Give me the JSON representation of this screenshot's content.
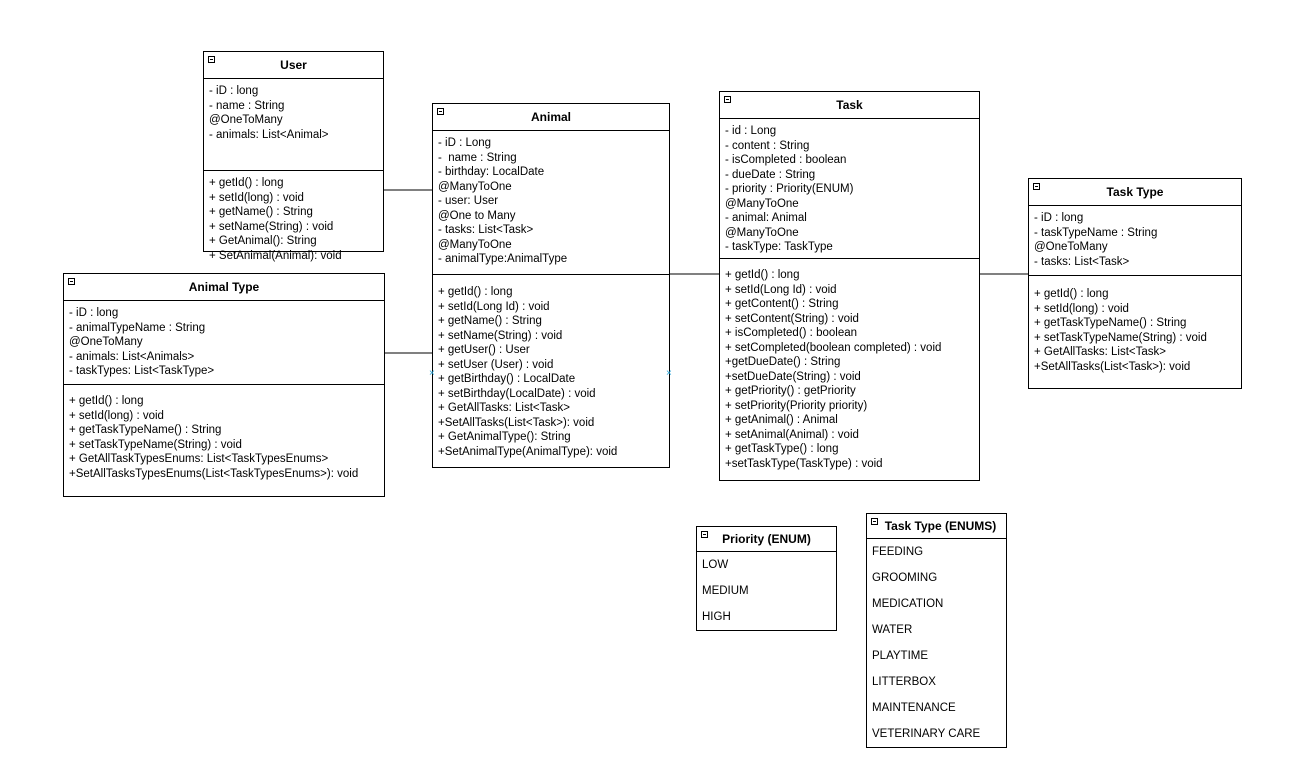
{
  "classes": {
    "user": {
      "title": "User",
      "attributes": [
        "- iD : long",
        "- name : String",
        "@OneToMany",
        "- animals: List<Animal>"
      ],
      "methods": [
        "+ getId() : long",
        "+ setId(long) : void",
        "+ getName() : String",
        "+ setName(String) : void",
        "+ GetAnimal(): String",
        "+ SetAnimal(Animal): void"
      ]
    },
    "animal": {
      "title": "Animal",
      "attributes": [
        "- iD : Long",
        "-  name : String",
        "- birthday: LocalDate",
        "@ManyToOne",
        "- user: User",
        "@One to Many",
        "- tasks: List<Task>",
        "@ManyToOne",
        "- animalType:AnimalType"
      ],
      "methods": [
        "+ getId() : long",
        "+ setId(Long Id) : void",
        "+ getName() : String",
        "+ setName(String) : void",
        "+ getUser() : User",
        "+ setUser (User) : void",
        "+ getBirthday() : LocalDate",
        "+ setBirthday(LocalDate) : void",
        "+ GetAllTasks: List<Task>",
        "+SetAllTasks(List<Task>): void",
        "+ GetAnimalType(): String",
        "+SetAnimalType(AnimalType): void"
      ]
    },
    "task": {
      "title": "Task",
      "attributes": [
        "- id : Long",
        "- content : String",
        "- isCompleted : boolean",
        "- dueDate : String",
        "- priority : Priority(ENUM)",
        "@ManyToOne",
        "- animal: Animal",
        "@ManyToOne",
        "- taskType: TaskType"
      ],
      "methods": [
        "+ getId() : long",
        "+ setId(Long Id) : void",
        "+ getContent() : String",
        "+ setContent(String) : void",
        "+ isCompleted() : boolean",
        "+ setCompleted(boolean completed) : void",
        "+getDueDate() : String",
        "+setDueDate(String) : void",
        "+ getPriority() : getPriority",
        "+ setPriority(Priority priority)",
        "+ getAnimal() : Animal",
        "+ setAnimal(Animal) : void",
        "+ getTaskType() : long",
        "+setTaskType(TaskType) : void"
      ]
    },
    "task_type": {
      "title": "Task Type",
      "attributes": [
        "- iD : long",
        "- taskTypeName : String",
        "@OneToMany",
        "- tasks: List<Task>"
      ],
      "methods": [
        "+ getId() : long",
        "+ setId(long) : void",
        "+ getTaskTypeName() : String",
        "+ setTaskTypeName(String) : void",
        "+ GetAllTasks: List<Task>",
        "+SetAllTasks(List<Task>): void"
      ]
    },
    "animal_type": {
      "title": "Animal Type",
      "attributes": [
        "- iD : long",
        "- animalTypeName : String",
        "@OneToMany",
        "- animals: List<Animals>",
        "- taskTypes: List<TaskType>"
      ],
      "methods": [
        "+ getId() : long",
        "+ setId(long) : void",
        "+ getTaskTypeName() : String",
        "+ setTaskTypeName(String) : void",
        "+ GetAllTaskTypesEnums: List<TaskTypesEnums>",
        "+SetAllTasksTypesEnums(List<TaskTypesEnums>): void"
      ]
    }
  },
  "enums": {
    "priority": {
      "title": "Priority (ENUM)",
      "literals": [
        "LOW",
        "MEDIUM",
        "HIGH"
      ]
    },
    "task_type_enums": {
      "title": "Task Type (ENUMS)",
      "literals": [
        "FEEDING",
        "GROOMING",
        "MEDICATION",
        "WATER",
        "PLAYTIME",
        "LITTERBOX",
        "MAINTENANCE",
        "VETERINARY CARE"
      ]
    }
  },
  "colors": {
    "line": "#000000",
    "handle": "#29a3d6",
    "background": "#ffffff"
  }
}
